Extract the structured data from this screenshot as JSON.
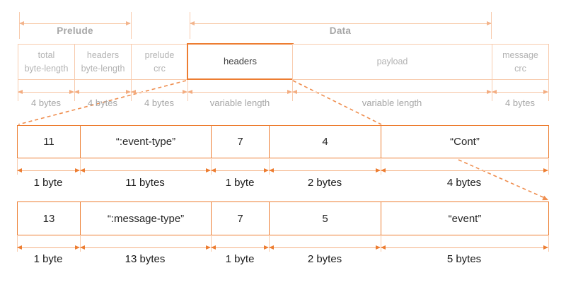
{
  "palette": {
    "accent": "#ED7D31",
    "accent_medium": "#EF8E4F",
    "accent_light": "#F8CBAD",
    "gray_text": "#A6A6A6",
    "dark_text": "#262626"
  },
  "overview": {
    "spans": [
      {
        "label": "Prelude"
      },
      {
        "label": "Data"
      }
    ],
    "fields": [
      {
        "label": "total\nbyte-length",
        "size": "4 bytes"
      },
      {
        "label": "headers\nbyte-length",
        "size": "4 bytes"
      },
      {
        "label": "prelude\ncrc",
        "size": "4 bytes"
      },
      {
        "label": "headers",
        "size": "variable length"
      },
      {
        "label": "payload",
        "size": "variable length"
      },
      {
        "label": "message\ncrc",
        "size": "4 bytes"
      }
    ]
  },
  "header_rows": [
    {
      "cells": [
        {
          "value": "11",
          "size": "1 byte"
        },
        {
          "value": "“:event-type”",
          "size": "11 bytes"
        },
        {
          "value": "7",
          "size": "1 byte"
        },
        {
          "value": "4",
          "size": "2 bytes"
        },
        {
          "value": "“Cont”",
          "size": "4 bytes"
        }
      ]
    },
    {
      "cells": [
        {
          "value": "13",
          "size": "1 byte"
        },
        {
          "value": "“:message-type”",
          "size": "13 bytes"
        },
        {
          "value": "7",
          "size": "1 byte"
        },
        {
          "value": "5",
          "size": "2 bytes"
        },
        {
          "value": "“event”",
          "size": "5 bytes"
        }
      ]
    }
  ]
}
